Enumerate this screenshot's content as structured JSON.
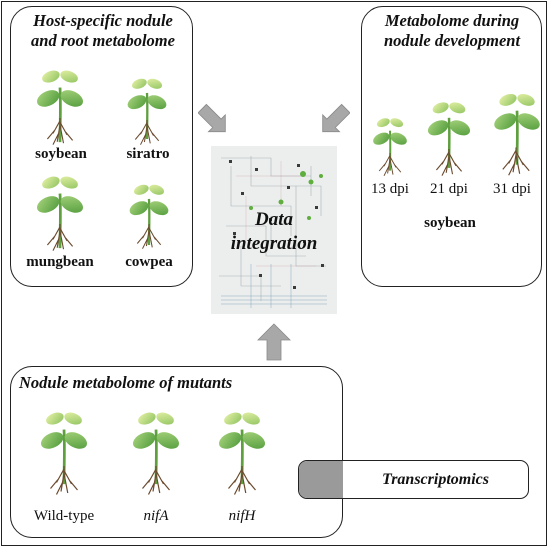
{
  "panels": {
    "host_specific": {
      "title_line1": "Host-specific nodule",
      "title_line2": "and root metabolome",
      "plants": [
        "soybean",
        "siratro",
        "mungbean",
        "cowpea"
      ]
    },
    "development": {
      "title_line1": "Metabolome  during",
      "title_line2": "nodule development",
      "timepoints": [
        "13 dpi",
        "21 dpi",
        "31 dpi"
      ],
      "species": "soybean"
    },
    "mutants": {
      "title": "Nodule metabolome of mutants",
      "strains": [
        "Wild-type",
        "nifA",
        "nifH"
      ]
    }
  },
  "center": {
    "line1": "Data",
    "line2": "integration"
  },
  "transcriptomics": {
    "label": "Transcriptomics"
  },
  "colors": {
    "leaf": "#6fae4f",
    "leaf_light": "#b7d98a",
    "stem": "#5e9f3e",
    "root": "#6b4a2e",
    "nodule": "#a0281e",
    "arrow": "#a8a8a8"
  }
}
